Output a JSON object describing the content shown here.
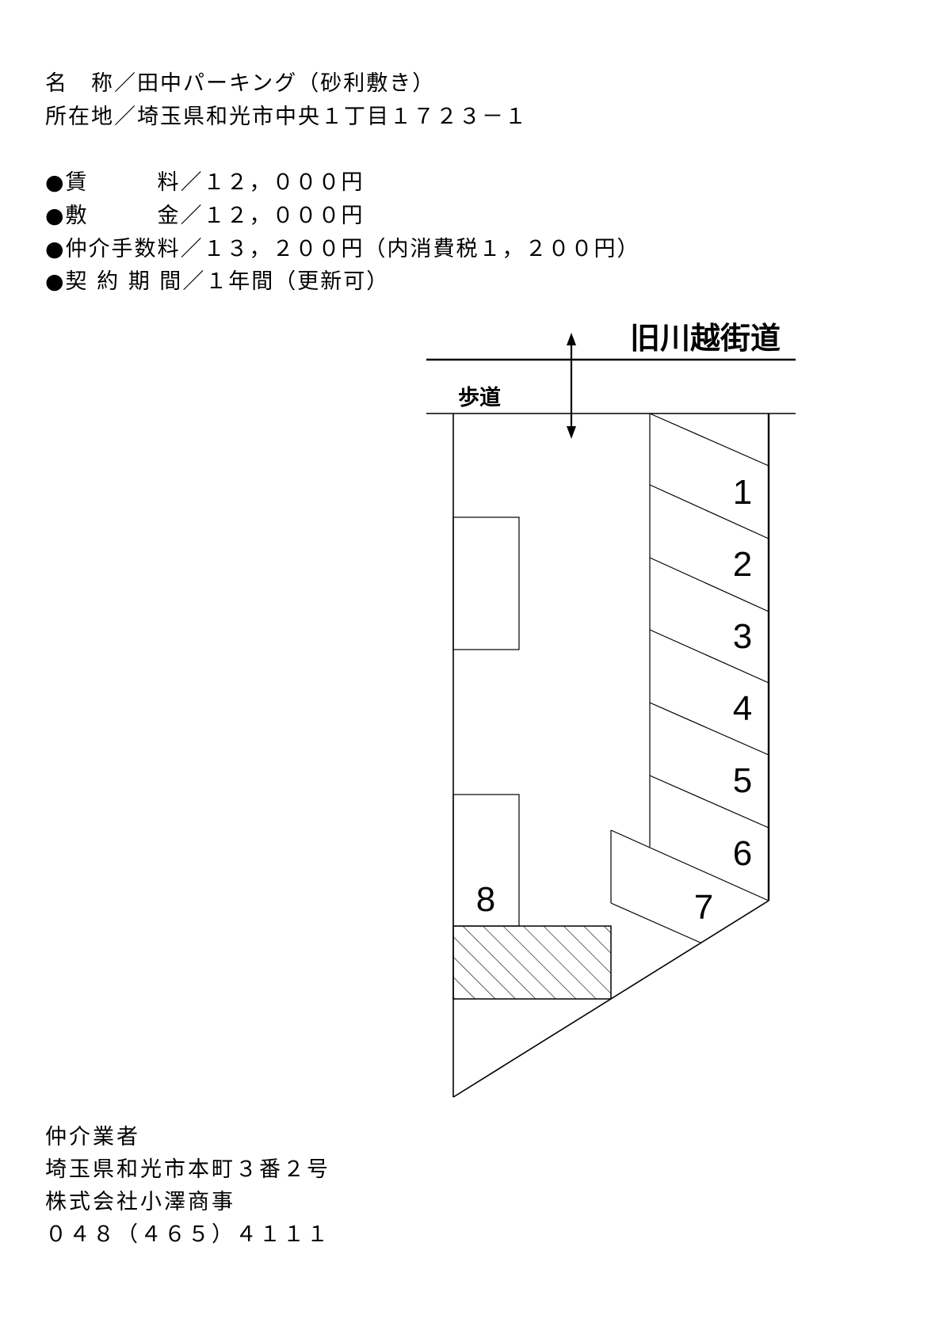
{
  "header": {
    "name_line": "名　称／田中パーキング（砂利敷き）",
    "address_line": "所在地／埼玉県和光市中央１丁目１７２３－１"
  },
  "terms": [
    {
      "label": "●賃　　　料",
      "value": "／１２，０００円"
    },
    {
      "label": "●敷　　　金",
      "value": "／１２，０００円"
    },
    {
      "label": "●仲介手数料",
      "value": "／１３，２００円（内消費税１，２００円）"
    },
    {
      "label": "●契 約 期 間",
      "value": "／１年間（更新可）"
    }
  ],
  "map": {
    "road_name": "旧川越街道",
    "sidewalk_label": "歩道",
    "entrance_arrow_icon": "double-arrow-vertical",
    "stalls": [
      "1",
      "2",
      "3",
      "4",
      "5",
      "6",
      "7",
      "8"
    ],
    "line_color": "#000000",
    "hatch_color": "#000000"
  },
  "footer": {
    "heading": "仲介業者",
    "address": "埼玉県和光市本町３番２号",
    "company": "株式会社小澤商事",
    "phone": "０４８（４６５）４１１１"
  }
}
